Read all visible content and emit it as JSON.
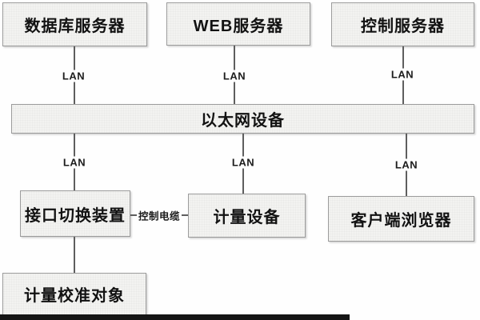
{
  "nodes": {
    "database_server": "数据库服务器",
    "web_server": "WEB服务器",
    "control_server": "控制服务器",
    "ethernet_device": "以太网设备",
    "interface_switch": "接口切换装置",
    "metering_device": "计量设备",
    "client_browser": "客户端浏览器",
    "calibration_object": "计量校准对象"
  },
  "labels": {
    "lan": "LAN",
    "control_cable": "控制电缆"
  },
  "colors": {
    "box_fill": "#f3f3f1",
    "box_border": "#9b9b9b",
    "connector_line": "#5e5e5e",
    "text": "#121212",
    "bottom_bar": "#151515"
  }
}
